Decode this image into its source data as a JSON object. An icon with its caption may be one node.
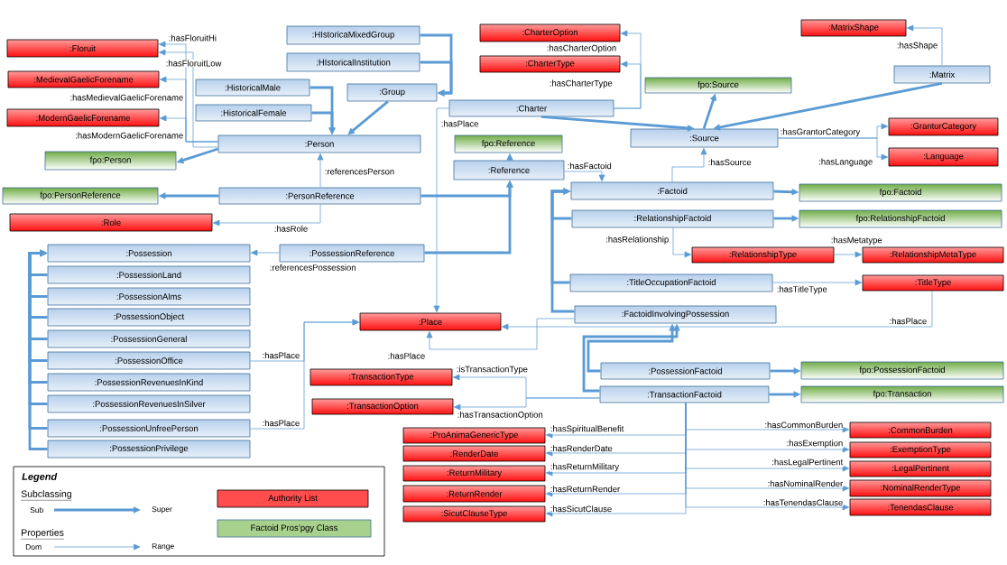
{
  "diagram": {
    "nodes": [
      {
        "text": [
          ":Floruit"
        ]
      },
      {
        "text": [
          ":MedievalGaelicForename"
        ]
      },
      {
        "text": [
          ":ModernGaelicForename"
        ]
      },
      {
        "text": [
          "fpo:Person"
        ]
      },
      {
        "text": [
          "fpo:PersonReference"
        ]
      },
      {
        "text": [
          ":Role"
        ]
      },
      {
        "text": [
          ":HIstoricaMixedGroup"
        ]
      },
      {
        "text": [
          ":HIstoricalInstitution"
        ]
      },
      {
        "text": [
          ":HistoricalMale"
        ]
      },
      {
        "text": [
          ":HistoricalFemale"
        ]
      },
      {
        "text": [
          ":Group"
        ]
      },
      {
        "text": [
          ":Person"
        ]
      },
      {
        "text": [
          ":PersonReference"
        ]
      },
      {
        "text": [
          ":CharterOption"
        ]
      },
      {
        "text": [
          ":CharterType"
        ]
      },
      {
        "text": [
          ":Charter"
        ]
      },
      {
        "text": [
          "fpo:Reference"
        ]
      },
      {
        "text": [
          ":Reference"
        ]
      },
      {
        "text": [
          "fpo:Source"
        ]
      },
      {
        "text": [
          ":Source"
        ]
      },
      {
        "text": [
          ":MatrixShape"
        ]
      },
      {
        "text": [
          ":Matrix"
        ]
      },
      {
        "text": [
          ":GrantorCategory"
        ]
      },
      {
        "text": [
          ":Language"
        ]
      },
      {
        "text": [
          ":Factoid"
        ]
      },
      {
        "text": [
          "fpo:Factoid"
        ]
      },
      {
        "text": [
          ":RelationshipFactoid"
        ]
      },
      {
        "text": [
          "fpo:RelationshipFactoid"
        ]
      },
      {
        "text": [
          ":RelationshipType"
        ]
      },
      {
        "text": [
          ":RelationshipMetaType"
        ]
      },
      {
        "text": [
          ":TitleOccupationFactoid"
        ]
      },
      {
        "text": [
          ":TitleType"
        ]
      },
      {
        "text": [
          ":FactoidInvolvingPossession"
        ]
      },
      {
        "text": [
          ":Possession"
        ]
      },
      {
        "text": [
          ":PossessionLand"
        ]
      },
      {
        "text": [
          ":PossessionAlms"
        ]
      },
      {
        "text": [
          ":PossessionObject"
        ]
      },
      {
        "text": [
          ":PossessionGeneral"
        ]
      },
      {
        "text": [
          ":PossessionOffice"
        ]
      },
      {
        "text": [
          ":PossessionRevenuesInKind"
        ]
      },
      {
        "text": [
          ":PossessionRevenuesInSilver"
        ]
      },
      {
        "text": [
          ":PossessionUnfreePerson"
        ]
      },
      {
        "text": [
          ":PossessionPrivilege"
        ]
      },
      {
        "text": [
          ":PossessionReference"
        ]
      },
      {
        "text": [
          ":Place"
        ]
      },
      {
        "text": [
          ":TransactionType"
        ]
      },
      {
        "text": [
          ":TransactionOption"
        ]
      },
      {
        "text": [
          ":PossessionFactoid"
        ]
      },
      {
        "text": [
          "fpo:PossessionFactoid"
        ]
      },
      {
        "text": [
          ":TransactionFactoid"
        ]
      },
      {
        "text": [
          "fpo:Transaction"
        ]
      },
      {
        "text": [
          ":ProAnimaGenericType"
        ]
      },
      {
        "text": [
          ":RenderDate"
        ]
      },
      {
        "text": [
          ":ReturnMilitary"
        ]
      },
      {
        "text": [
          ":ReturnRender"
        ]
      },
      {
        "text": [
          ":SicutClauseType"
        ]
      },
      {
        "text": [
          ":CommonBurden"
        ]
      },
      {
        "text": [
          ":ExemptionType"
        ]
      },
      {
        "text": [
          ":LegalPertinent"
        ]
      },
      {
        "text": [
          ":NominalRenderType"
        ]
      },
      {
        "text": [
          ":TenendasClause"
        ]
      }
    ],
    "edges": [
      {
        "from": 11,
        "to": 0,
        "arrow": "to",
        "label": ":hasFloruitHi"
      },
      {
        "from": 11,
        "to": 0,
        "arrow": "to",
        "label": ":hasFloruitLow"
      },
      {
        "from": 11,
        "to": 1,
        "arrow": "to",
        "label": ":hasMedievalGaelicForename"
      },
      {
        "from": 11,
        "to": 2,
        "arrow": "to",
        "label": ":hasModernGaelicForename"
      },
      {
        "from": 8,
        "to": 11,
        "arrow": "to",
        "style": "thick"
      },
      {
        "from": 9,
        "to": 11,
        "arrow": "to",
        "style": "thick"
      },
      {
        "from": 10,
        "to": 11,
        "arrow": "to",
        "style": "thick"
      },
      {
        "from": 6,
        "to": 10,
        "arrow": "to",
        "style": "thick"
      },
      {
        "from": 7,
        "to": 10,
        "arrow": "to",
        "style": "thick"
      },
      {
        "from": 11,
        "to": 3,
        "arrow": "to",
        "style": "thick"
      },
      {
        "from": 12,
        "to": 11,
        "arrow": "to",
        "label": ":referencesPerson"
      },
      {
        "from": 12,
        "to": 4,
        "arrow": "to",
        "style": "thick"
      },
      {
        "from": 12,
        "to": 5,
        "arrow": "to",
        "label": ":hasRole"
      },
      {
        "from": 12,
        "to": 17,
        "arrow": "to",
        "style": "thick"
      },
      {
        "from": 43,
        "to": 17,
        "arrow": "to",
        "style": "thick"
      },
      {
        "from": 17,
        "to": 16,
        "arrow": "to",
        "style": "thick"
      },
      {
        "from": 43,
        "to": 33,
        "arrow": "to",
        "label": ":referencesPossession"
      },
      {
        "from": 15,
        "to": 13,
        "arrow": "to",
        "label": ":hasCharterOption"
      },
      {
        "from": 15,
        "to": 14,
        "arrow": "to",
        "label": ":hasCharterType"
      },
      {
        "from": 15,
        "to": 44,
        "arrow": "to",
        "label": ":hasPlace"
      },
      {
        "from": 17,
        "to": 24,
        "arrow": "to",
        "label": ":hasFactoid"
      },
      {
        "from": 24,
        "to": 19,
        "arrow": "to",
        "label": ":hasSource"
      },
      {
        "from": 21,
        "to": 20,
        "arrow": "to",
        "label": ":hasShape"
      },
      {
        "from": 15,
        "to": 19,
        "arrow": "to",
        "style": "thick"
      },
      {
        "from": 21,
        "to": 19,
        "arrow": "to",
        "style": "thick"
      },
      {
        "from": 19,
        "to": 18,
        "arrow": "to",
        "style": "thick"
      },
      {
        "from": 19,
        "to": 22,
        "arrow": "to",
        "label": ":hasGrantorCategory"
      },
      {
        "from": 19,
        "to": 23,
        "arrow": "to",
        "label": ":hasLanguage"
      },
      {
        "from": 24,
        "to": 25,
        "arrow": "to",
        "style": "thick"
      },
      {
        "from": 26,
        "to": 27,
        "arrow": "to",
        "style": "thick"
      },
      {
        "from": 26,
        "to": 24,
        "arrow": "to",
        "style": "thick"
      },
      {
        "from": 30,
        "to": 24,
        "arrow": "to",
        "style": "thick"
      },
      {
        "from": 32,
        "to": 24,
        "arrow": "to",
        "style": "thick"
      },
      {
        "from": 26,
        "to": 28,
        "arrow": "to",
        "label": ":hasRelationship"
      },
      {
        "from": 28,
        "to": 29,
        "arrow": "to",
        "label": ":hasMetatype"
      },
      {
        "from": 30,
        "to": 31,
        "arrow": "to",
        "label": ":hasTitleType"
      },
      {
        "from": 31,
        "to": 44,
        "arrow": "to",
        "label": ":hasPlace"
      },
      {
        "from": 32,
        "to": 44,
        "arrow": "to",
        "label": ":hasPlace"
      },
      {
        "from": 38,
        "to": 44,
        "arrow": "to",
        "label": ":hasPlace"
      },
      {
        "from": 41,
        "to": 44,
        "arrow": "to",
        "label": ":hasPlace"
      },
      {
        "from": 34,
        "to": 33,
        "arrow": "to",
        "style": "thick"
      },
      {
        "from": 35,
        "to": 33,
        "arrow": "to",
        "style": "thick"
      },
      {
        "from": 36,
        "to": 33,
        "arrow": "to",
        "style": "thick"
      },
      {
        "from": 37,
        "to": 33,
        "arrow": "to",
        "style": "thick"
      },
      {
        "from": 38,
        "to": 33,
        "arrow": "to",
        "style": "thick"
      },
      {
        "from": 39,
        "to": 33,
        "arrow": "to",
        "style": "thick"
      },
      {
        "from": 40,
        "to": 33,
        "arrow": "to",
        "style": "thick"
      },
      {
        "from": 41,
        "to": 33,
        "arrow": "to",
        "style": "thick"
      },
      {
        "from": 42,
        "to": 33,
        "arrow": "to",
        "style": "thick"
      },
      {
        "from": 47,
        "to": 32,
        "arrow": "to",
        "style": "thick"
      },
      {
        "from": 49,
        "to": 32,
        "arrow": "to",
        "style": "thick"
      },
      {
        "from": 47,
        "to": 48,
        "arrow": "to",
        "style": "thick"
      },
      {
        "from": 49,
        "to": 50,
        "arrow": "to",
        "style": "thick"
      },
      {
        "from": 49,
        "to": 45,
        "arrow": "to",
        "label": ":isTransactionType"
      },
      {
        "from": 49,
        "to": 46,
        "arrow": "to",
        "label": ":hasTransactionOption"
      },
      {
        "from": 49,
        "to": 51,
        "arrow": "to",
        "label": ":hasSpiritualBenefit"
      },
      {
        "from": 49,
        "to": 52,
        "arrow": "to",
        "label": ":hasRenderDate"
      },
      {
        "from": 49,
        "to": 53,
        "arrow": "to",
        "label": ":hasReturnMilitary"
      },
      {
        "from": 49,
        "to": 54,
        "arrow": "to",
        "label": ":hasReturnRender"
      },
      {
        "from": 49,
        "to": 55,
        "arrow": "to",
        "label": ":hasSicutClause"
      },
      {
        "from": 49,
        "to": 56,
        "arrow": "to",
        "label": ":hasCommonBurden"
      },
      {
        "from": 49,
        "to": 57,
        "arrow": "to",
        "label": ":hasExemption"
      },
      {
        "from": 49,
        "to": 58,
        "arrow": "to",
        "label": ":hasLegalPertinent"
      },
      {
        "from": 49,
        "to": 59,
        "arrow": "to",
        "label": ":hasNominalRender"
      },
      {
        "from": 49,
        "to": 60,
        "arrow": "to",
        "label": ":hasTenendasClause"
      }
    ],
    "labels": [
      "Legend",
      "Sub",
      "Super",
      "Dom",
      "Range"
    ],
    "legend": [
      {
        "text": "Subclassing"
      },
      {
        "text": "Properties"
      },
      {
        "text": "Authority List",
        "color": "#ff4d4d"
      },
      {
        "text": "Factoid Pros’pgy Class",
        "color": "#a9d18e"
      }
    ]
  }
}
